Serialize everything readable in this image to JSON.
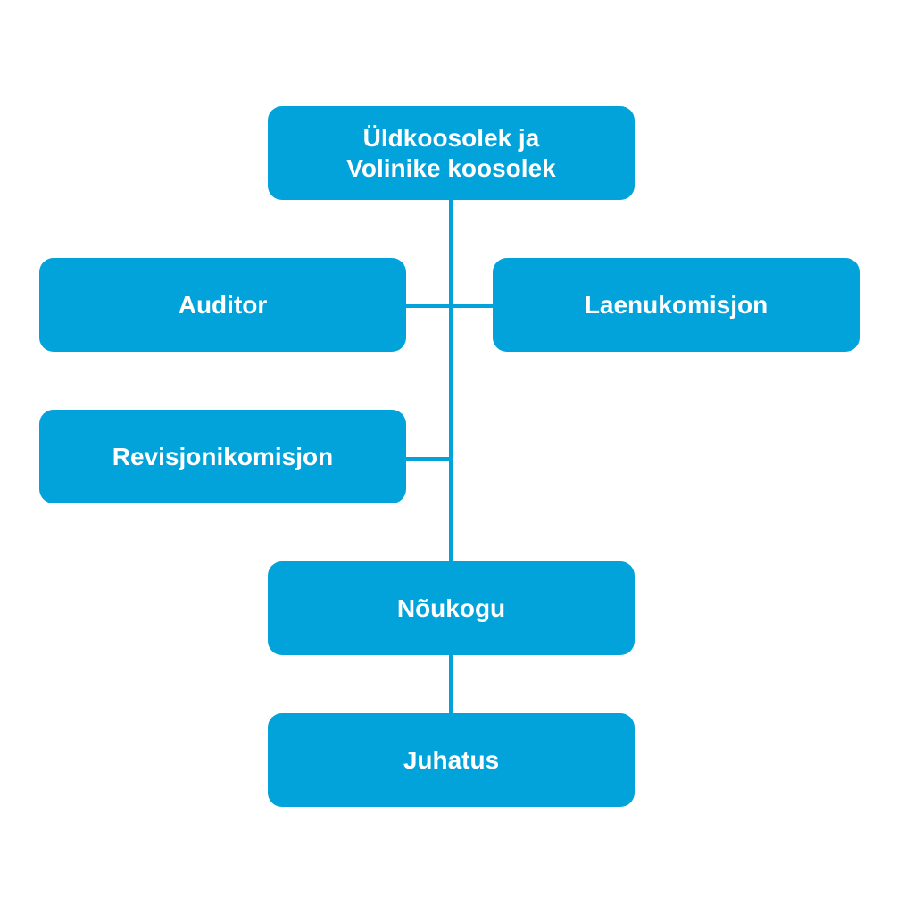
{
  "colors": {
    "node_fill": "#02a3da",
    "connector": "#02a3da",
    "text": "#ffffff"
  },
  "nodes": {
    "general_meeting": "Üldkoosolek ja\nVolinike koosolek",
    "auditor": "Auditor",
    "loan_committee": "Laenukomisjon",
    "audit_committee": "Revisjonikomisjon",
    "council": "Nõukogu",
    "board": "Juhatus"
  }
}
